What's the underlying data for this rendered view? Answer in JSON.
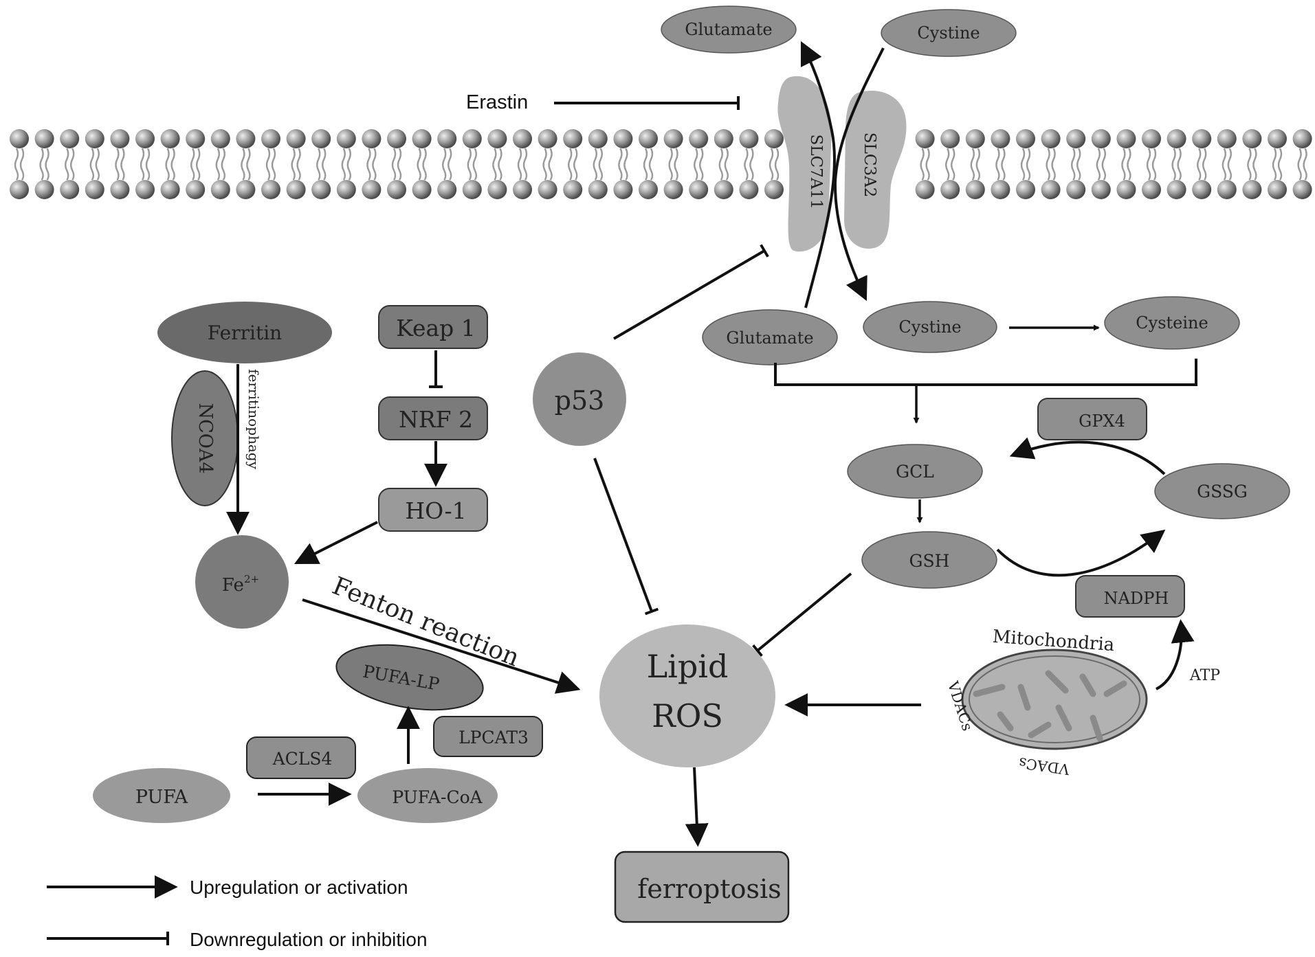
{
  "membrane": {
    "transporter_a": "SLC7A11",
    "transporter_b": "SLC3A2",
    "outside_glutamate": "Glutamate",
    "outside_cystine": "Cystine",
    "erastin": "Erastin"
  },
  "nodes": {
    "ferritin": "Ferritin",
    "ncoa4": "NCOA4",
    "ferritinophagy": "ferritinophagy",
    "keap1": "Keap 1",
    "nrf2": "NRF 2",
    "ho1": "HO-1",
    "fe2": "Fe",
    "fe2_sup": "2+",
    "p53": "p53",
    "glutamate_in": "Glutamate",
    "cystine_in": "Cystine",
    "cysteine": "Cysteine",
    "gpx4": "GPX4",
    "gcl": "GCL",
    "gssg": "GSSG",
    "gsh": "GSH",
    "nadph": "NADPH",
    "mitochondria": "Mitochondria",
    "atp": "ATP",
    "vdacs_left": "VDACs",
    "vdacs_bottom": "VDACs",
    "fenton": "Fenton reaction",
    "pufa_lp": "PUFA-LP",
    "lpcat3": "LPCAT3",
    "acls4": "ACLS4",
    "pufa": "PUFA",
    "pufa_coa": "PUFA-CoA",
    "lipid": "Lipid",
    "ros": "ROS",
    "ferroptosis": "ferroptosis"
  },
  "legend": {
    "activation": "Upregulation or activation",
    "inhibition": "Downregulation or inhibition"
  },
  "colors": {
    "dark_fill": "#7b7b7b",
    "mid_fill": "#9a9a9a",
    "light_fill": "#b9b9b9",
    "ferritin_fill": "#6a6a6a",
    "transporter_fill": "#b4b4b4",
    "line": "#111111"
  }
}
